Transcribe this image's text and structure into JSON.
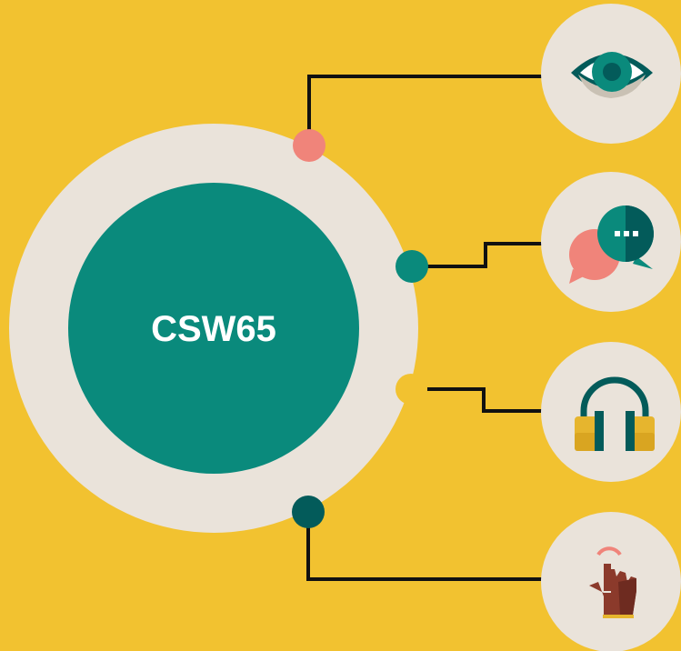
{
  "center": {
    "label": "CSW65"
  },
  "colors": {
    "background": "#F2C230",
    "ring": "#EAE3DA",
    "teal": "#0A8A7C",
    "dark_teal": "#035B5A",
    "salmon": "#F0847A",
    "line": "#111111",
    "skin": "#8B3A2B",
    "skin_dark": "#6E2B20",
    "yellow_icon": "#E6B52E"
  },
  "branches": [
    {
      "name": "sight",
      "icon": "eye-icon",
      "dot_color": "salmon"
    },
    {
      "name": "speech",
      "icon": "speech-bubbles-icon",
      "dot_color": "teal"
    },
    {
      "name": "hearing",
      "icon": "headphones-icon",
      "dot_color": "yellow"
    },
    {
      "name": "touch",
      "icon": "touch-hand-icon",
      "dot_color": "dark_teal"
    }
  ]
}
